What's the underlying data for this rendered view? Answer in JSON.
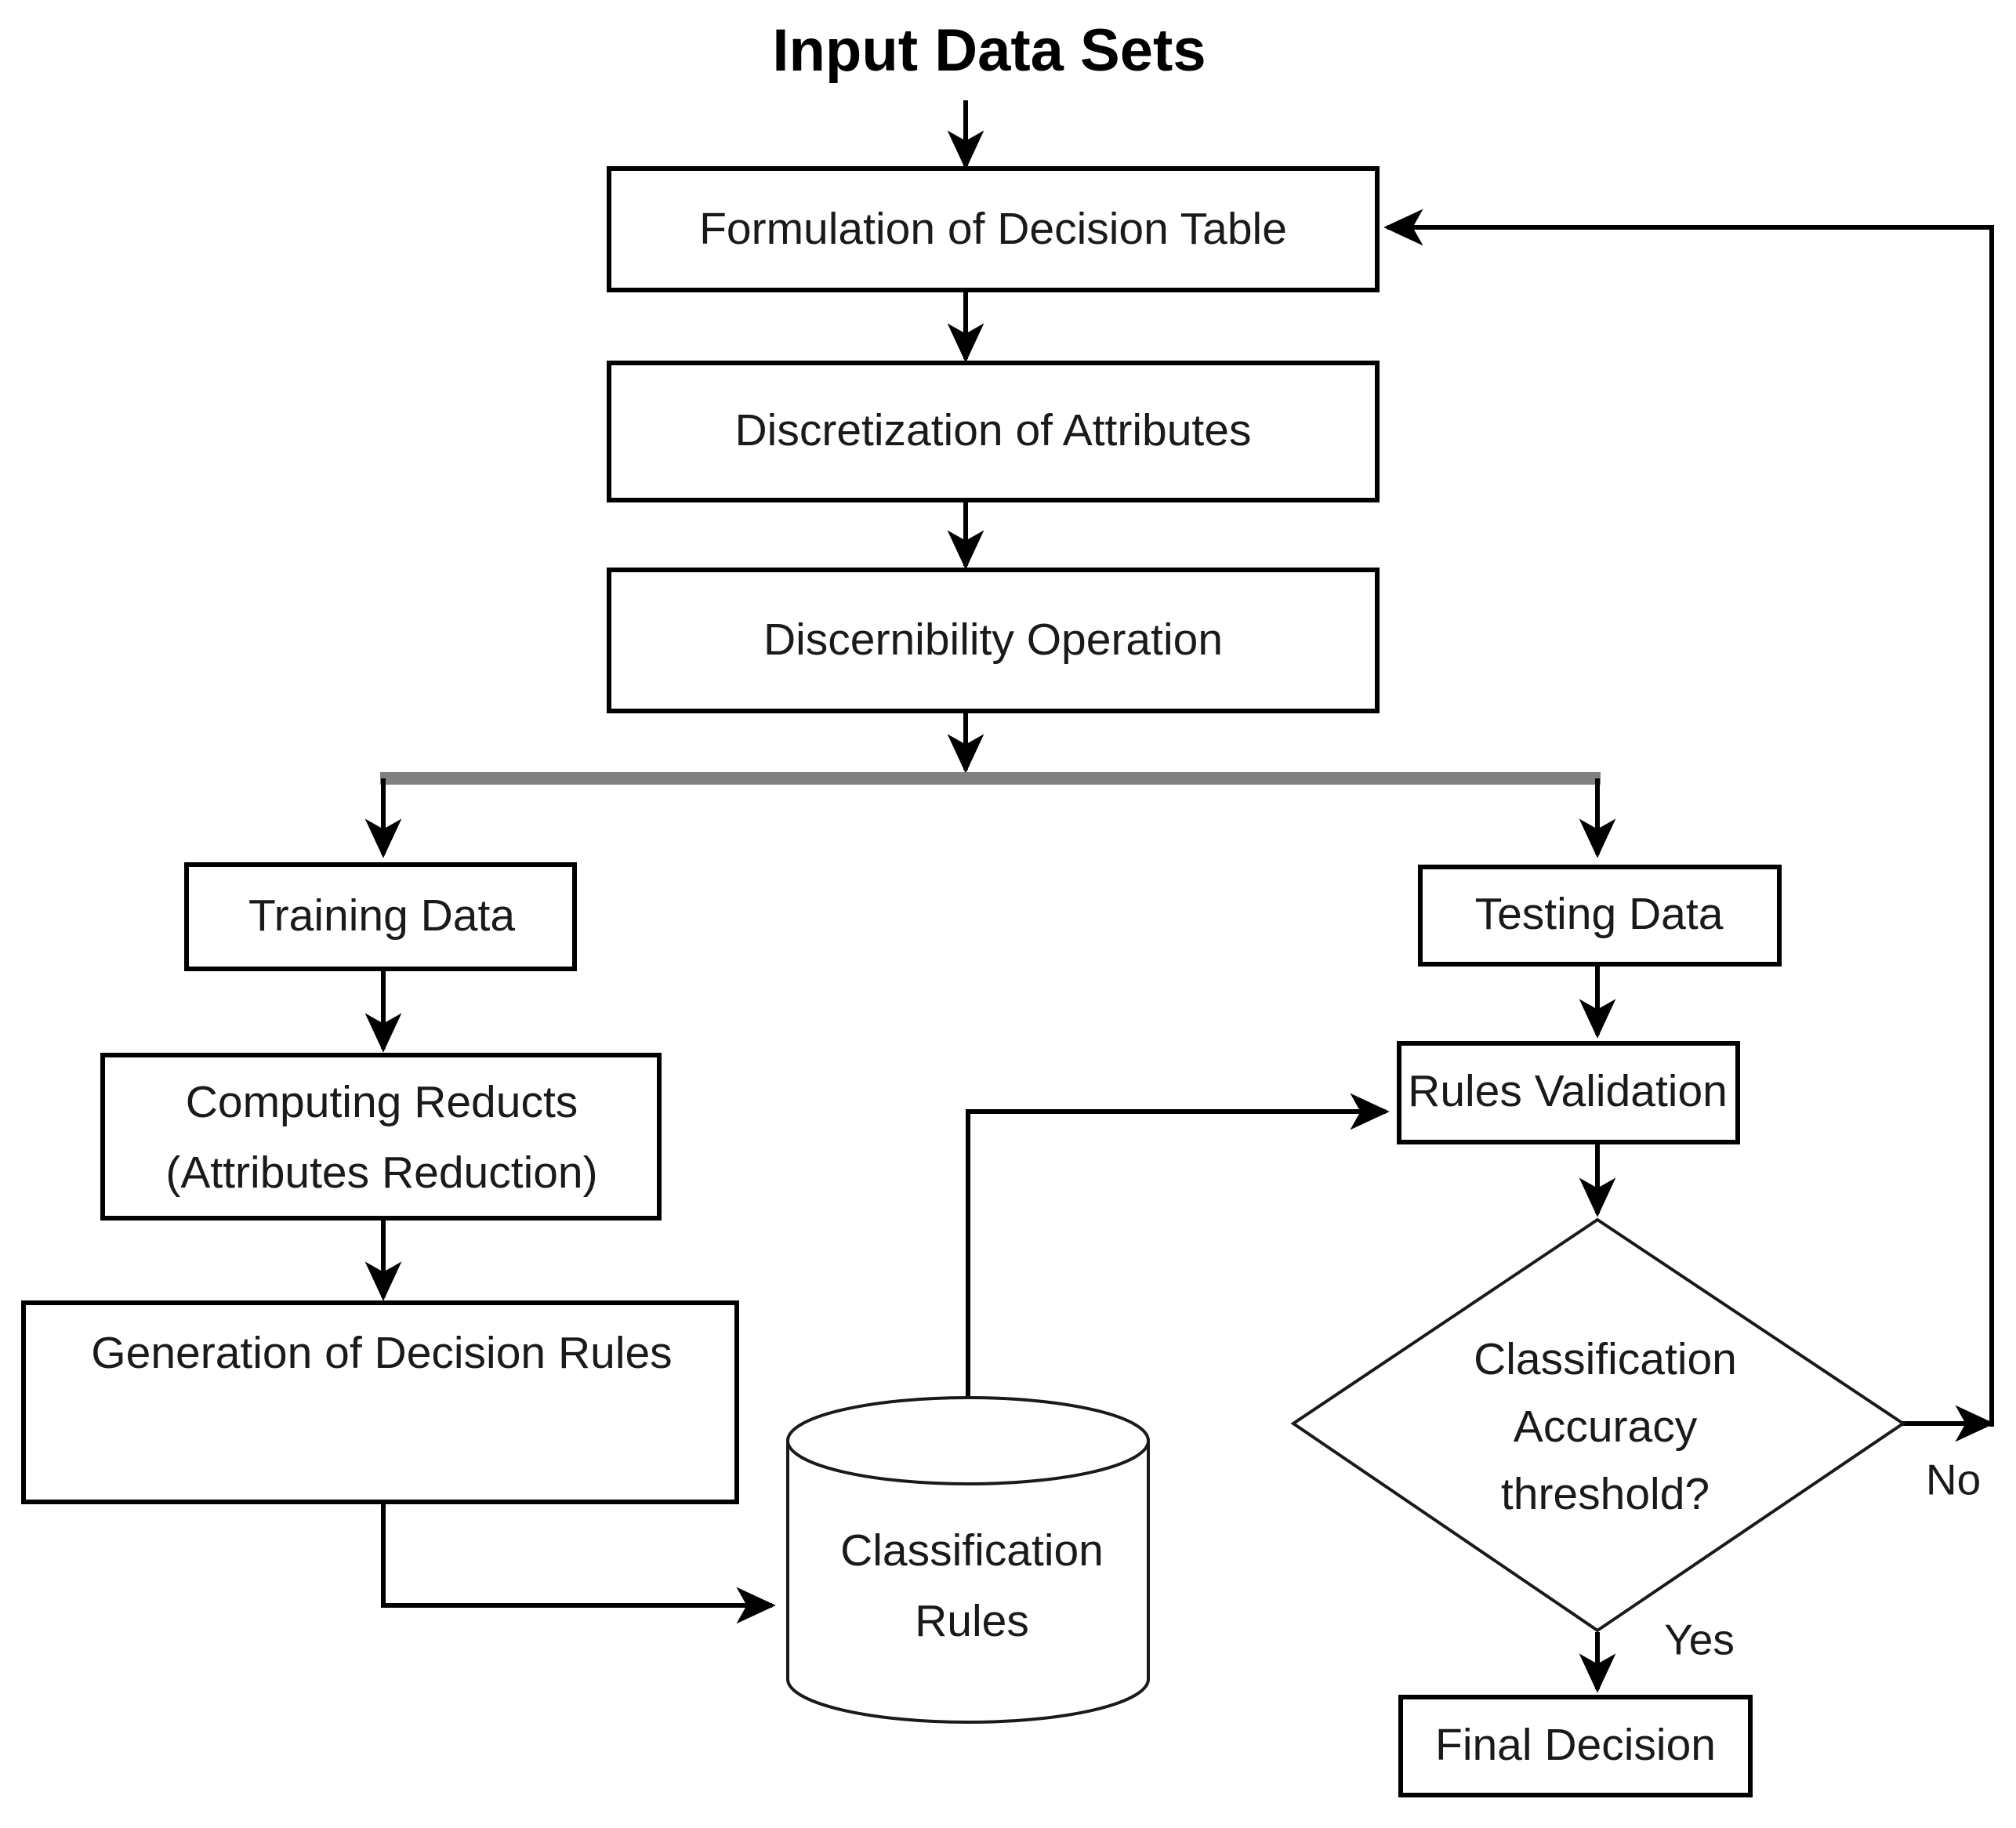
{
  "diagram": {
    "title": "Input Data Sets",
    "type": "flowchart",
    "nodes": {
      "input": {
        "label": "Input Data Sets",
        "shape": "text"
      },
      "formulation": {
        "label": "Formulation of Decision Table",
        "shape": "process"
      },
      "discretization": {
        "label": "Discretization of Attributes",
        "shape": "process"
      },
      "discernibility": {
        "label": "Discernibility Operation",
        "shape": "process"
      },
      "training": {
        "label": "Training Data",
        "shape": "process"
      },
      "reducts_line1": {
        "label": "Computing Reducts",
        "shape": "process"
      },
      "reducts_line2": {
        "label": "(Attributes Reduction)",
        "shape": "process"
      },
      "generation": {
        "label": "Generation of Decision Rules",
        "shape": "process"
      },
      "classification_rules_line1": {
        "label": "Classification",
        "shape": "database"
      },
      "classification_rules_line2": {
        "label": "Rules",
        "shape": "database"
      },
      "testing": {
        "label": "Testing Data",
        "shape": "process"
      },
      "validation": {
        "label": "Rules Validation",
        "shape": "process"
      },
      "decision_line1": {
        "label": "Classification",
        "shape": "decision"
      },
      "decision_line2": {
        "label": "Accuracy",
        "shape": "decision"
      },
      "decision_line3": {
        "label": "threshold?",
        "shape": "decision"
      },
      "final": {
        "label": "Final Decision",
        "shape": "process"
      }
    },
    "edge_labels": {
      "no": "No",
      "yes": "Yes"
    },
    "colors": {
      "stroke": "#000000",
      "splitter": "#808080",
      "background": "#ffffff",
      "text": "#1a1a1a"
    }
  }
}
